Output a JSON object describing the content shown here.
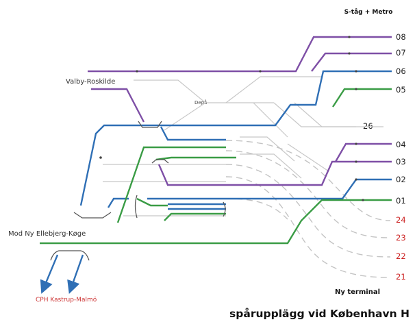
{
  "diagram": {
    "header": "S-tåg + Metro",
    "depot": "Depå",
    "title": "spårupplägg vid København H",
    "new_terminal": "Ny terminal",
    "labels": {
      "valby": "Valby-Roskilde",
      "ellebjerg": "Mod Ny Ellebjerg-Køge",
      "kastrup": "CPH Kastrup-Malmö"
    },
    "tracks": [
      "08",
      "07",
      "06",
      "05",
      "26",
      "04",
      "03",
      "02",
      "01"
    ],
    "terminal_tracks": [
      "24",
      "23",
      "22",
      "21"
    ]
  },
  "colors": {
    "purple": "#7e4fa6",
    "blue": "#2f6fb5",
    "green": "#3a9c45",
    "grey": "#c8c8c8",
    "red": "#cc2222"
  }
}
